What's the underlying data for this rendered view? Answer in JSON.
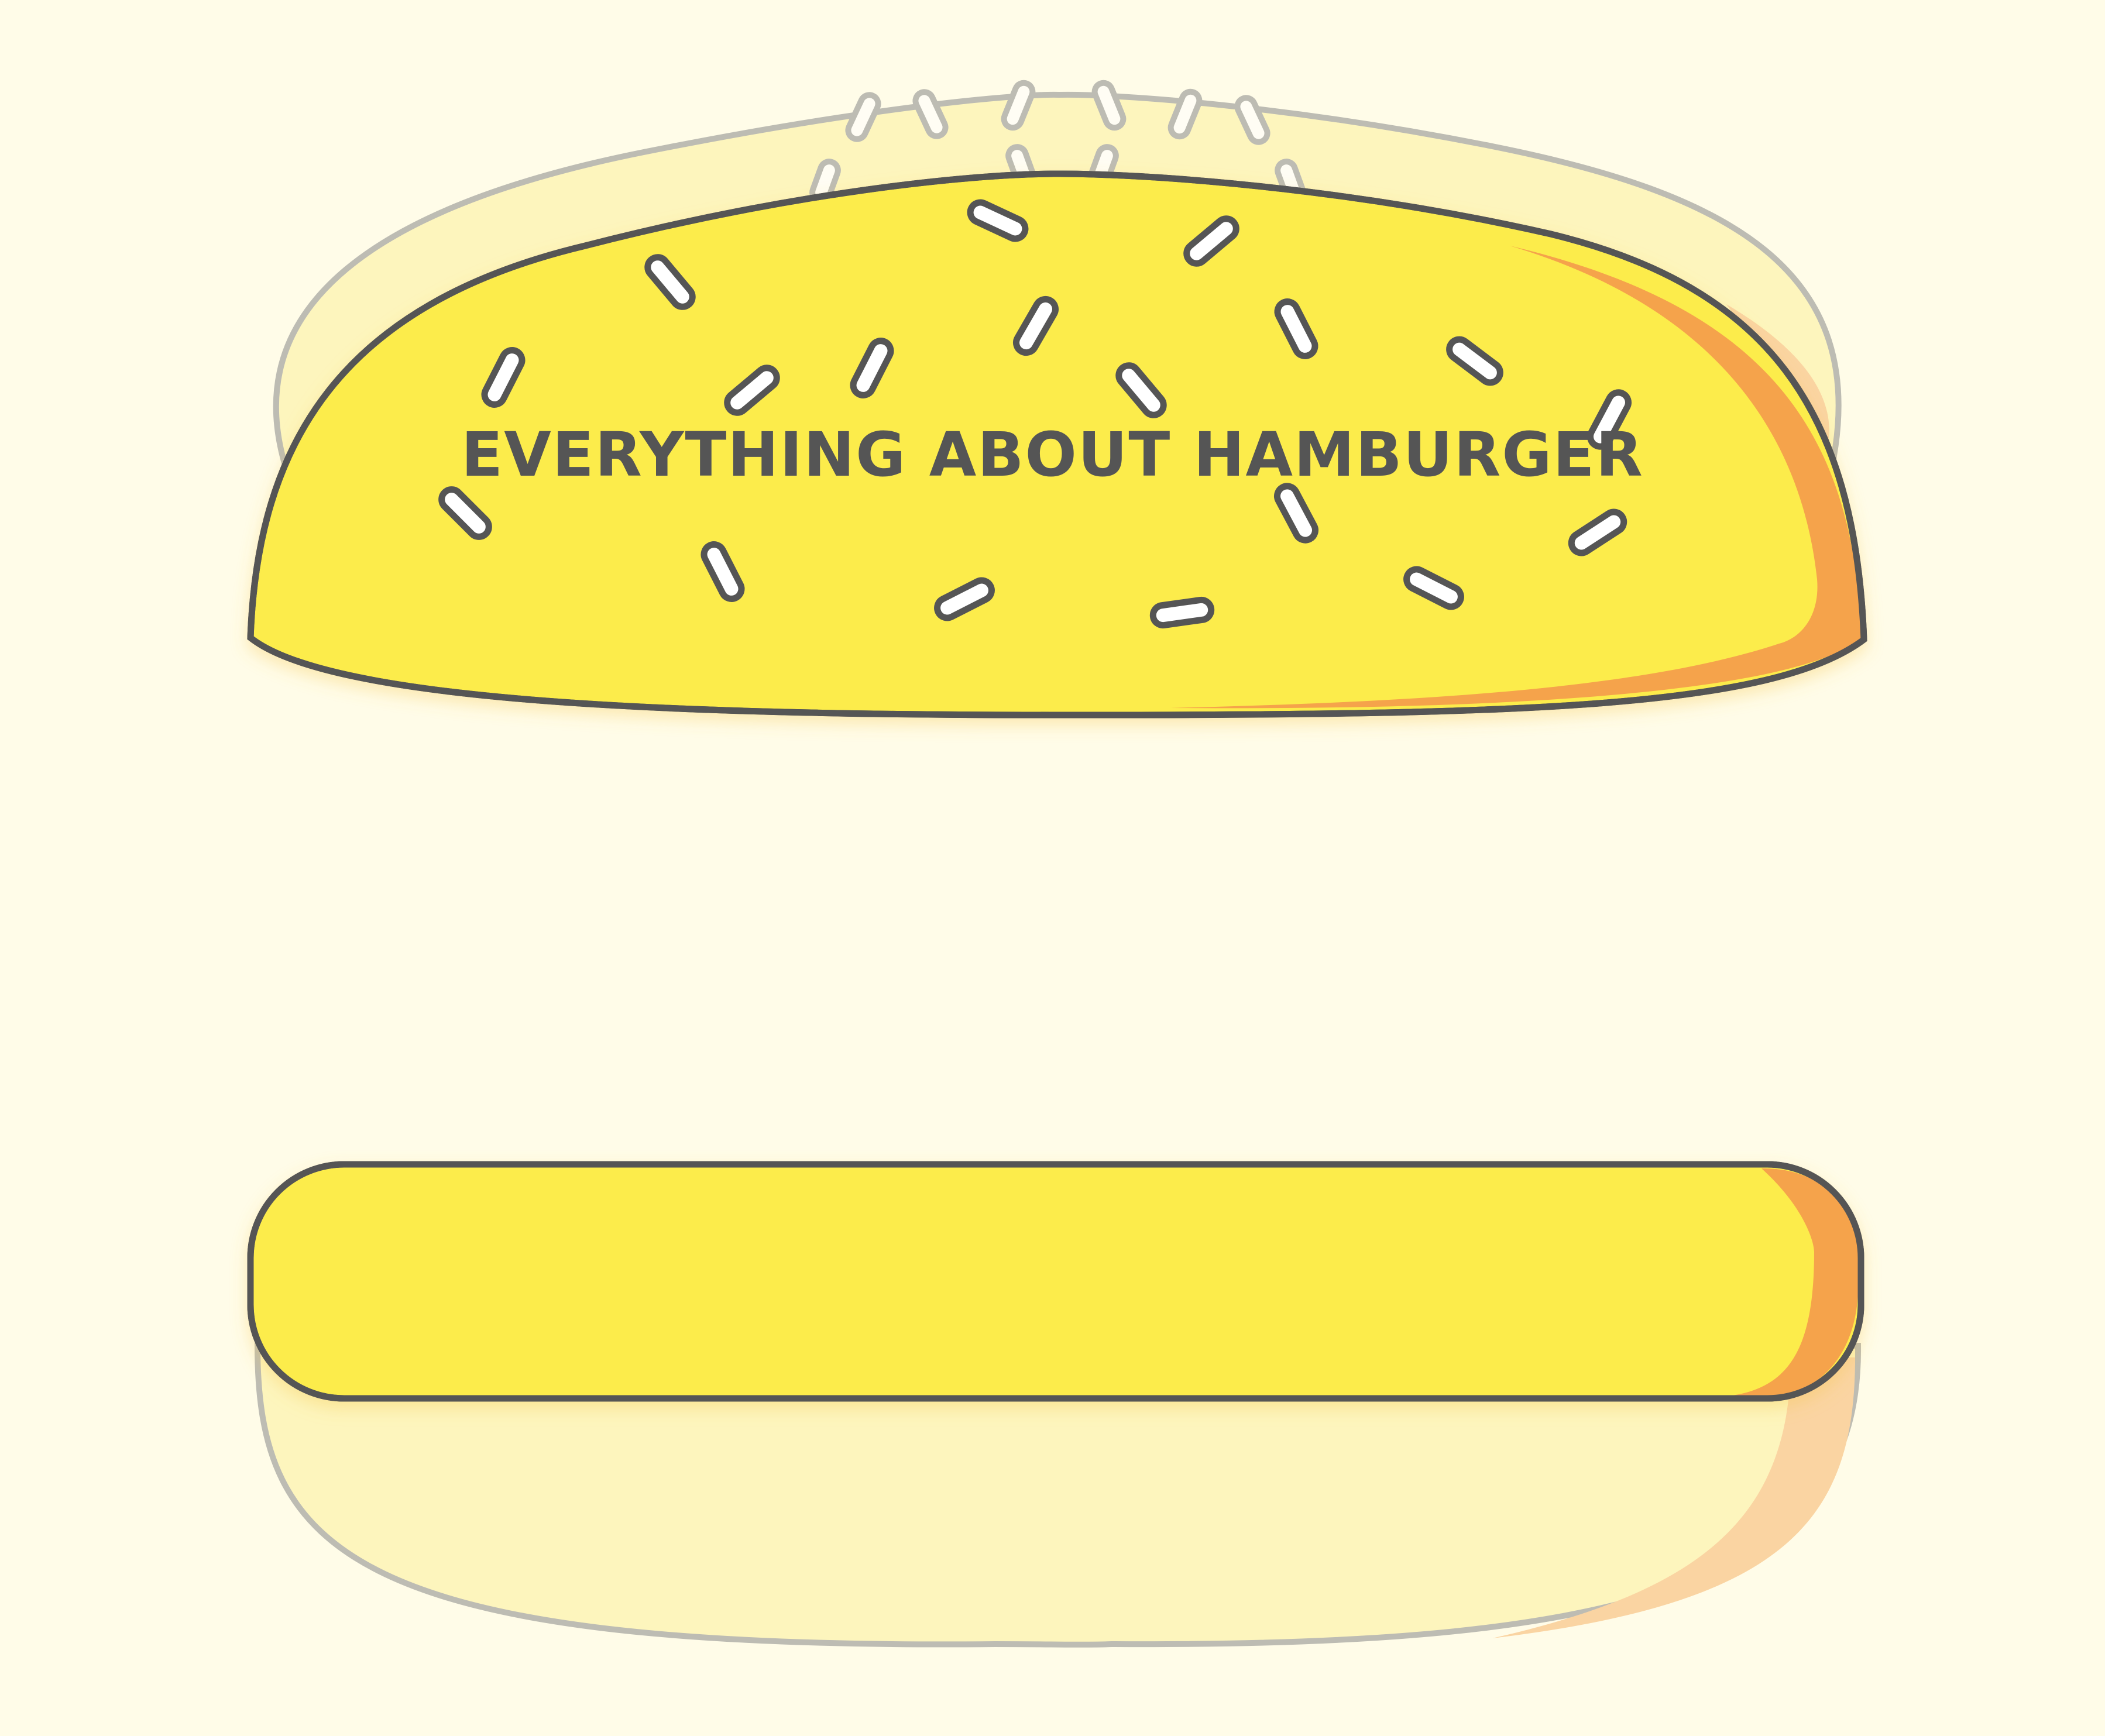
{
  "page": {
    "title": "EVERYTHING ABOUT HAMBURGER"
  },
  "colors": {
    "background": "#fffce8",
    "bun": "#fcec4c",
    "bun_shade": "#f5a34b",
    "outline": "#555555",
    "shadow_bun": "#fdf4a6",
    "shadow_outline": "#bbbbbb"
  },
  "graphics": {
    "top_bun": "bun-top",
    "bottom_bun": "bun-bottom",
    "seeds": "sesame-seeds"
  }
}
